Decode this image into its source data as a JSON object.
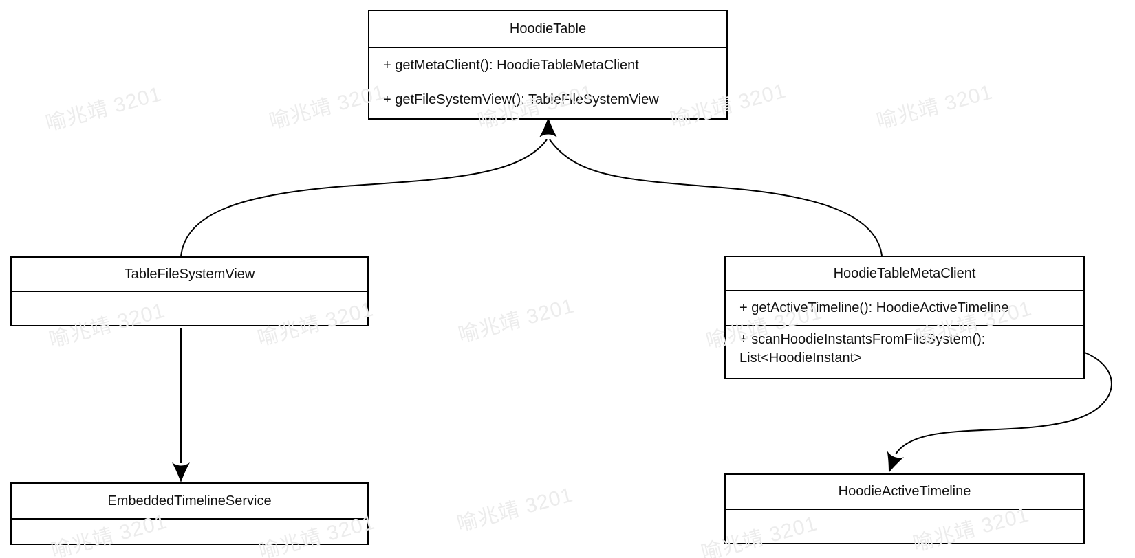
{
  "diagram_type": "uml-class-diagram",
  "classes": [
    {
      "name": "HoodieTable",
      "methods": [
        "+ getMetaClient(): HoodieTableMetaClient",
        "+ getFileSystemView(): TableFileSystemView"
      ]
    },
    {
      "name": "TableFileSystemView",
      "methods": []
    },
    {
      "name": "HoodieTableMetaClient",
      "methods": [
        "+ getActiveTimeline(): HoodieActiveTimeline",
        "+ scanHoodieInstantsFromFileSystem(): List<HoodieInstant>"
      ]
    },
    {
      "name": "EmbeddedTimelineService",
      "methods": []
    },
    {
      "name": "HoodieActiveTimeline",
      "methods": []
    }
  ],
  "relationships": [
    {
      "from": "TableFileSystemView",
      "to": "HoodieTable",
      "style": "curved-arrow"
    },
    {
      "from": "HoodieTableMetaClient",
      "to": "HoodieTable",
      "style": "curved-arrow"
    },
    {
      "from": "TableFileSystemView",
      "to": "EmbeddedTimelineService",
      "style": "straight-arrow"
    },
    {
      "from": "HoodieTableMetaClient",
      "to": "HoodieActiveTimeline",
      "style": "curved-arrow"
    }
  ],
  "watermark": {
    "text": "喻兆靖 3201",
    "color": "#ececec"
  },
  "colors": {
    "stroke": "#000000",
    "box_fill": "#ffffff",
    "background": "#ffffff"
  }
}
